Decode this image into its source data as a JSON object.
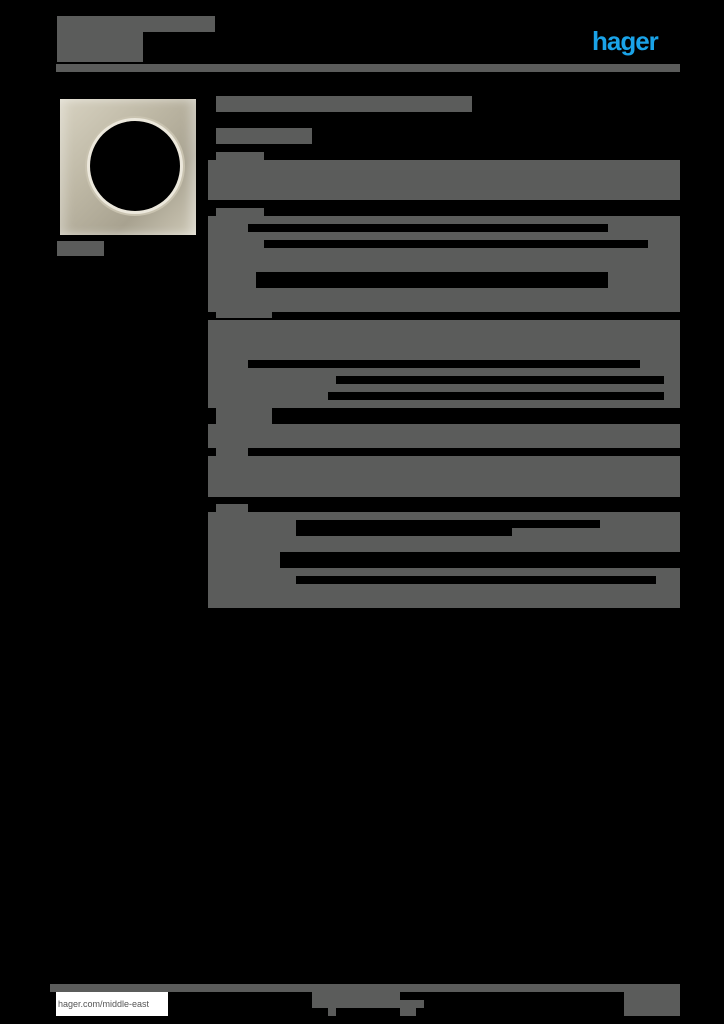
{
  "header": {
    "brand_logo": "hager",
    "brand_color": "#1aa3e8",
    "title_redacted": true
  },
  "product": {
    "image": "square-single-cover-frame-titanium",
    "caption_redacted": true
  },
  "body": {
    "sections_redacted": true,
    "redaction_color": "#5b5c5b"
  },
  "footer": {
    "url": "hager.com/middle-east"
  }
}
